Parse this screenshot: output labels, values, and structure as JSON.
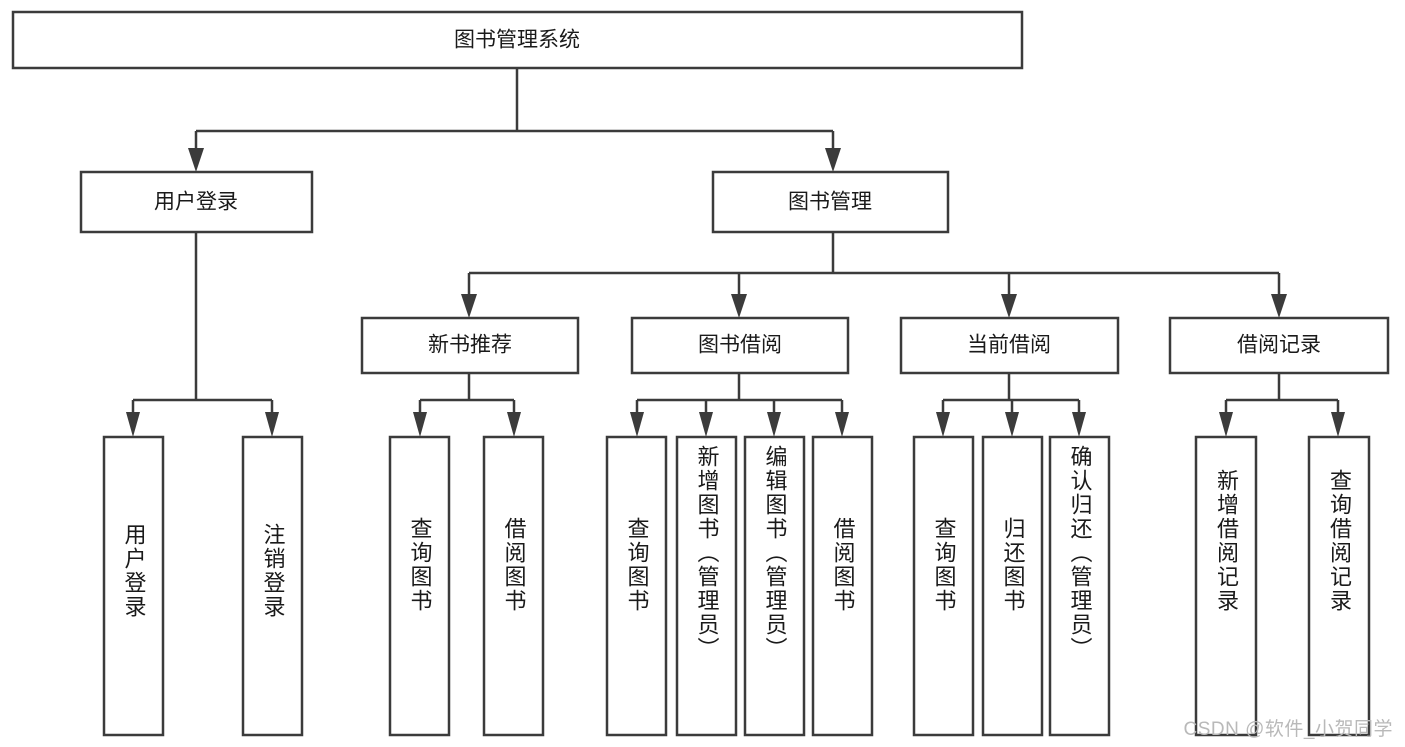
{
  "diagram": {
    "type": "tree",
    "title_node": {
      "label": "图书管理系统"
    },
    "level1": [
      {
        "label": "用户登录"
      },
      {
        "label": "图书管理"
      }
    ],
    "level2": [
      {
        "label": "新书推荐"
      },
      {
        "label": "图书借阅"
      },
      {
        "label": "当前借阅"
      },
      {
        "label": "借阅记录"
      }
    ],
    "leaves": {
      "user_login": [
        {
          "label": "用户登录"
        },
        {
          "label": "注销登录"
        }
      ],
      "new_book_recommend": [
        {
          "label": "查询图书"
        },
        {
          "label": "借阅图书"
        }
      ],
      "book_borrow": [
        {
          "label": "查询图书"
        },
        {
          "label": "新增图书（管理员）"
        },
        {
          "label": "编辑图书（管理员）"
        },
        {
          "label": "借阅图书"
        }
      ],
      "current_borrow": [
        {
          "label": "查询图书"
        },
        {
          "label": "归还图书"
        },
        {
          "label": "确认归还（管理员）"
        }
      ],
      "borrow_record": [
        {
          "label": "新增借阅记录"
        },
        {
          "label": "查询借阅记录"
        }
      ]
    }
  },
  "watermark": {
    "text": "CSDN @软件_小贺同学"
  },
  "colors": {
    "box_stroke": "#3b3b3b",
    "box_fill": "#ffffff",
    "text": "#1a1a1a",
    "watermark": "#b9b9b9",
    "background": "#ffffff"
  }
}
